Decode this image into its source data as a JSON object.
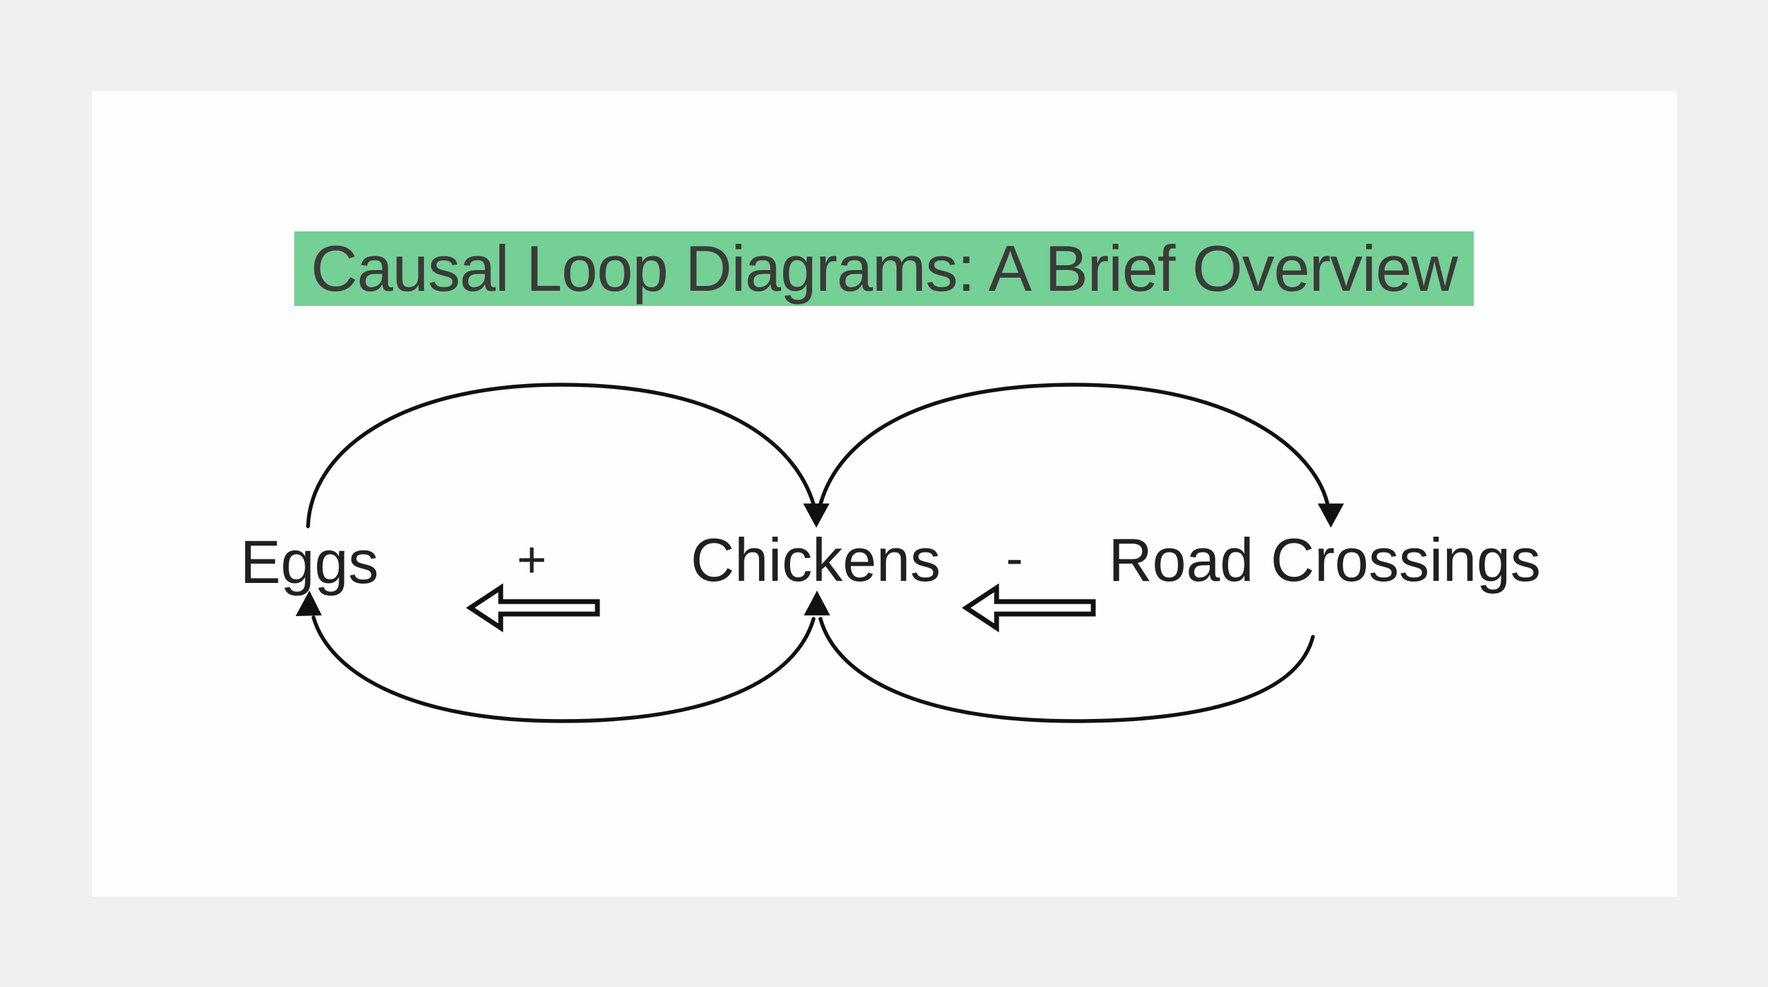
{
  "title": {
    "text": "Causal Loop Diagrams: A Brief Overview"
  },
  "colors": {
    "page_background": "#F0F0F1",
    "card_background": "#FEFEFE",
    "title_highlight": "#74D095",
    "title_text": "#3A3A3A",
    "node_text": "#202020",
    "line_stroke": "#111111"
  },
  "diagram": {
    "nodes": [
      {
        "id": "eggs",
        "label": "Eggs"
      },
      {
        "id": "chickens",
        "label": "Chickens"
      },
      {
        "id": "road-crossings",
        "label": "Road Crossings"
      }
    ],
    "polarities": [
      {
        "symbol": "+",
        "between": "Eggs and Chickens"
      },
      {
        "symbol": "-",
        "between": "Chickens and Road Crossings"
      }
    ],
    "links": [
      {
        "from": "Eggs",
        "to": "Chickens",
        "route": "top arc"
      },
      {
        "from": "Chickens",
        "to": "Eggs",
        "route": "bottom arc"
      },
      {
        "from": "Chickens",
        "to": "Road Crossings",
        "route": "top arc"
      },
      {
        "from": "Road Crossings",
        "to": "Chickens",
        "route": "bottom arc"
      }
    ]
  }
}
